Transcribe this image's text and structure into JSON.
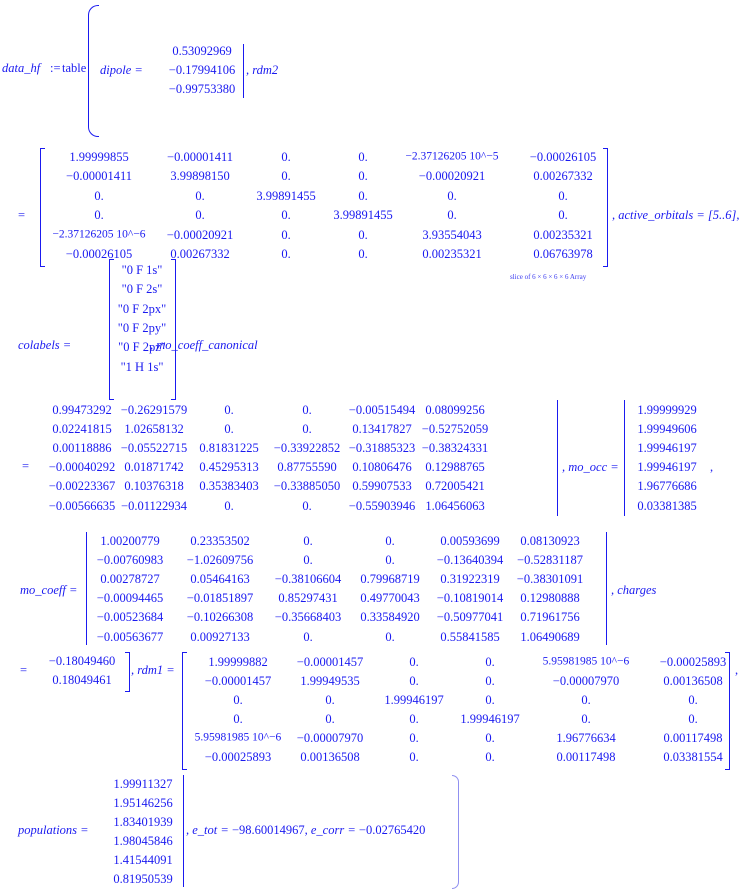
{
  "line1": {
    "lhs": "data_hf",
    "assign": ":=",
    "func": "table",
    "dipole_label": "dipole =",
    "dipole": [
      "0.53092969",
      "−0.17994106",
      "−0.99753380"
    ],
    "after_dipole": ", rdm2"
  },
  "rdm2": {
    "eq": "=",
    "rows": [
      [
        "1.99999855",
        "−0.00001411",
        "0.",
        "0.",
        "−2.37126205 10^−5",
        "−0.00026105"
      ],
      [
        "−0.00001411",
        "3.99898150",
        "0.",
        "0.",
        "−0.00020921",
        "0.00267332"
      ],
      [
        "0.",
        "0.",
        "3.99891455",
        "0.",
        "0.",
        "0."
      ],
      [
        "0.",
        "0.",
        "0.",
        "3.99891455",
        "0.",
        "0."
      ],
      [
        "−2.37126205 10^−6",
        "−0.00020921",
        "0.",
        "0.",
        "3.93554043",
        "0.00235321"
      ],
      [
        "−0.00026105",
        "0.00267332",
        "0.",
        "0.",
        "0.00235321",
        "0.06763978"
      ]
    ],
    "after": ", active_orbitals = [5..6],",
    "caption": "slice of 6 × 6 × 6 × 6 Array"
  },
  "colabels": {
    "label": "colabels =",
    "items": [
      "\"0 F 1s\"",
      "\"0 F 2s\"",
      "\"0 F 2px\"",
      "\"0 F 2py\"",
      "\"0 F 2pz\"",
      "\"1 H 1s\""
    ],
    "after": ", mo_coeff_canonical"
  },
  "mo_coeff_canonical": {
    "eq": "=",
    "rows": [
      [
        "0.99473292",
        "−0.26291579",
        "0.",
        "0.",
        "−0.00515494",
        "0.08099256"
      ],
      [
        "0.02241815",
        "1.02658132",
        "0.",
        "0.",
        "0.13417827",
        "−0.52752059"
      ],
      [
        "0.00118886",
        "−0.05522715",
        "0.81831225",
        "−0.33922852",
        "−0.31885323",
        "−0.38324331"
      ],
      [
        "−0.00040292",
        "0.01871742",
        "0.45295313",
        "0.87755590",
        "0.10806476",
        "0.12988765"
      ],
      [
        "−0.00223367",
        "0.10376318",
        "0.35383403",
        "−0.33885050",
        "0.59907533",
        "0.72005421"
      ],
      [
        "−0.00566635",
        "−0.01122934",
        "0.",
        "0.",
        "−0.55903946",
        "1.06456063"
      ]
    ],
    "after": ", mo_occ ="
  },
  "mo_occ": {
    "values": [
      "1.99999929",
      "1.99949606",
      "1.99946197",
      "1.99946197",
      "1.96776686",
      "0.03381385"
    ],
    "after": ","
  },
  "mo_coeff": {
    "label": "mo_coeff =",
    "rows": [
      [
        "1.00200779",
        "0.23353502",
        "0.",
        "0.",
        "0.00593699",
        "0.08130923"
      ],
      [
        "−0.00760983",
        "−1.02609756",
        "0.",
        "0.",
        "−0.13640394",
        "−0.52831187"
      ],
      [
        "0.00278727",
        "0.05464163",
        "−0.38106604",
        "0.79968719",
        "0.31922319",
        "−0.38301091"
      ],
      [
        "−0.00094465",
        "−0.01851897",
        "0.85297431",
        "0.49770043",
        "−0.10819014",
        "0.12980888"
      ],
      [
        "−0.00523684",
        "−0.10266308",
        "−0.35668403",
        "0.33584920",
        "−0.50977041",
        "0.71961756"
      ],
      [
        "−0.00563677",
        "0.00927133",
        "0.",
        "0.",
        "0.55841585",
        "1.06490689"
      ]
    ],
    "after": ", charges"
  },
  "charges": {
    "eq": "=",
    "values": [
      "−0.18049460",
      "0.18049461"
    ],
    "after": ", rdm1 ="
  },
  "rdm1": {
    "rows": [
      [
        "1.99999882",
        "−0.00001457",
        "0.",
        "0.",
        "5.95981985 10^−6",
        "−0.00025893"
      ],
      [
        "−0.00001457",
        "1.99949535",
        "0.",
        "0.",
        "−0.00007970",
        "0.00136508"
      ],
      [
        "0.",
        "0.",
        "1.99946197",
        "0.",
        "0.",
        "0."
      ],
      [
        "0.",
        "0.",
        "0.",
        "1.99946197",
        "0.",
        "0."
      ],
      [
        "5.95981985 10^−6",
        "−0.00007970",
        "0.",
        "0.",
        "1.96776634",
        "0.00117498"
      ],
      [
        "−0.00025893",
        "0.00136508",
        "0.",
        "0.",
        "0.00117498",
        "0.03381554"
      ]
    ],
    "after": ","
  },
  "populations": {
    "label": "populations =",
    "values": [
      "1.99911327",
      "1.95146256",
      "1.83401939",
      "1.98045846",
      "1.41544091",
      "0.81950539"
    ],
    "e_tot_label": ", e_tot =",
    "e_tot": "−98.60014967",
    "e_corr_label": ", e_corr =",
    "e_corr": "−0.02765420"
  }
}
